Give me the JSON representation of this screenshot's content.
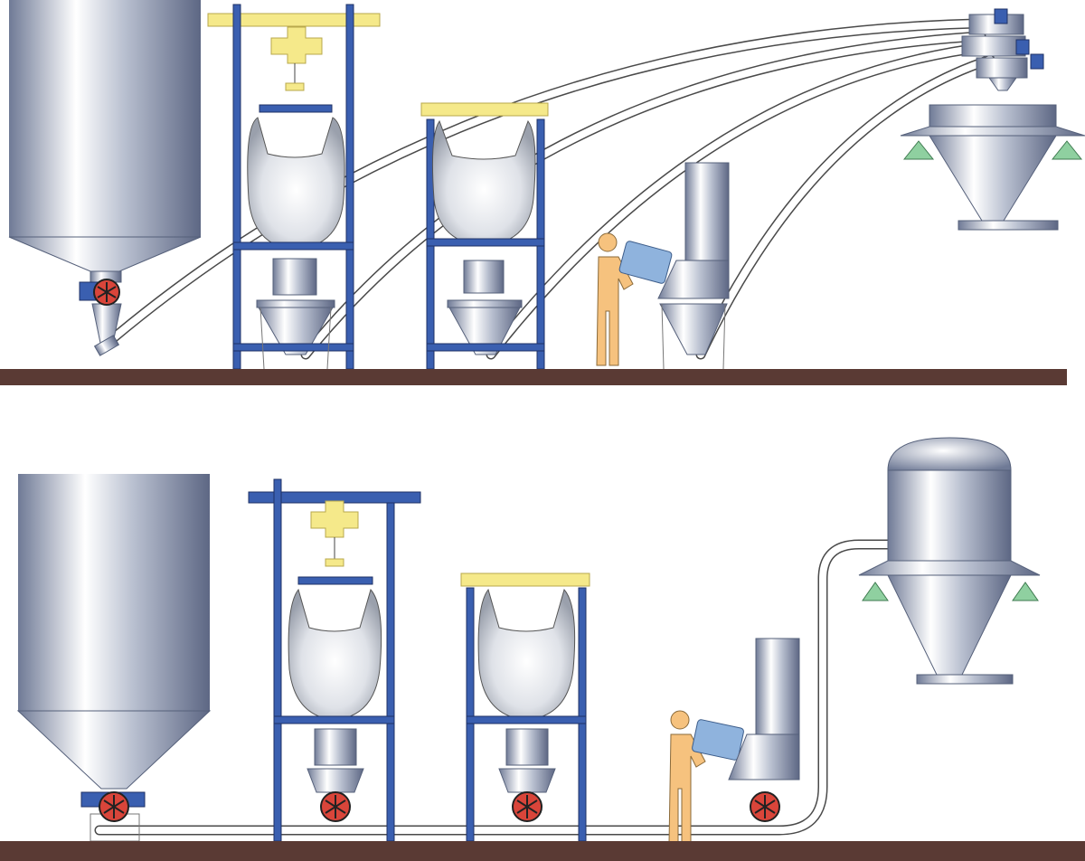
{
  "diagram": {
    "panels": [
      {
        "id": "top",
        "conveying": "flexible-screw-conveyors",
        "components": [
          "storage-silo",
          "rotary-valve",
          "bulk-bag-discharger-hoist",
          "bulk-bag-discharger",
          "operator",
          "bag-dump-station",
          "receiving-hopper",
          "ground-floor"
        ]
      },
      {
        "id": "bottom",
        "conveying": "pneumatic-conveying-line",
        "components": [
          "storage-silo",
          "rotary-valve",
          "bulk-bag-discharger-hoist",
          "bulk-bag-discharger",
          "operator",
          "bag-dump-station",
          "receiving-vessel",
          "ground-floor"
        ]
      }
    ],
    "colors": {
      "frame_blue": "#3a5fb0",
      "frame_yellow": "#f5e98a",
      "valve_red": "#d9453a",
      "floor_brown": "#5a3a34",
      "support_green": "#8fd0a0",
      "operator_skin": "#f6c27e",
      "box_blue": "#8fb3dd",
      "steel_dark": "#6f7a96",
      "steel_light": "#ffffff"
    },
    "icons": [
      "rotary-valve-icon",
      "support-triangle-icon"
    ]
  }
}
